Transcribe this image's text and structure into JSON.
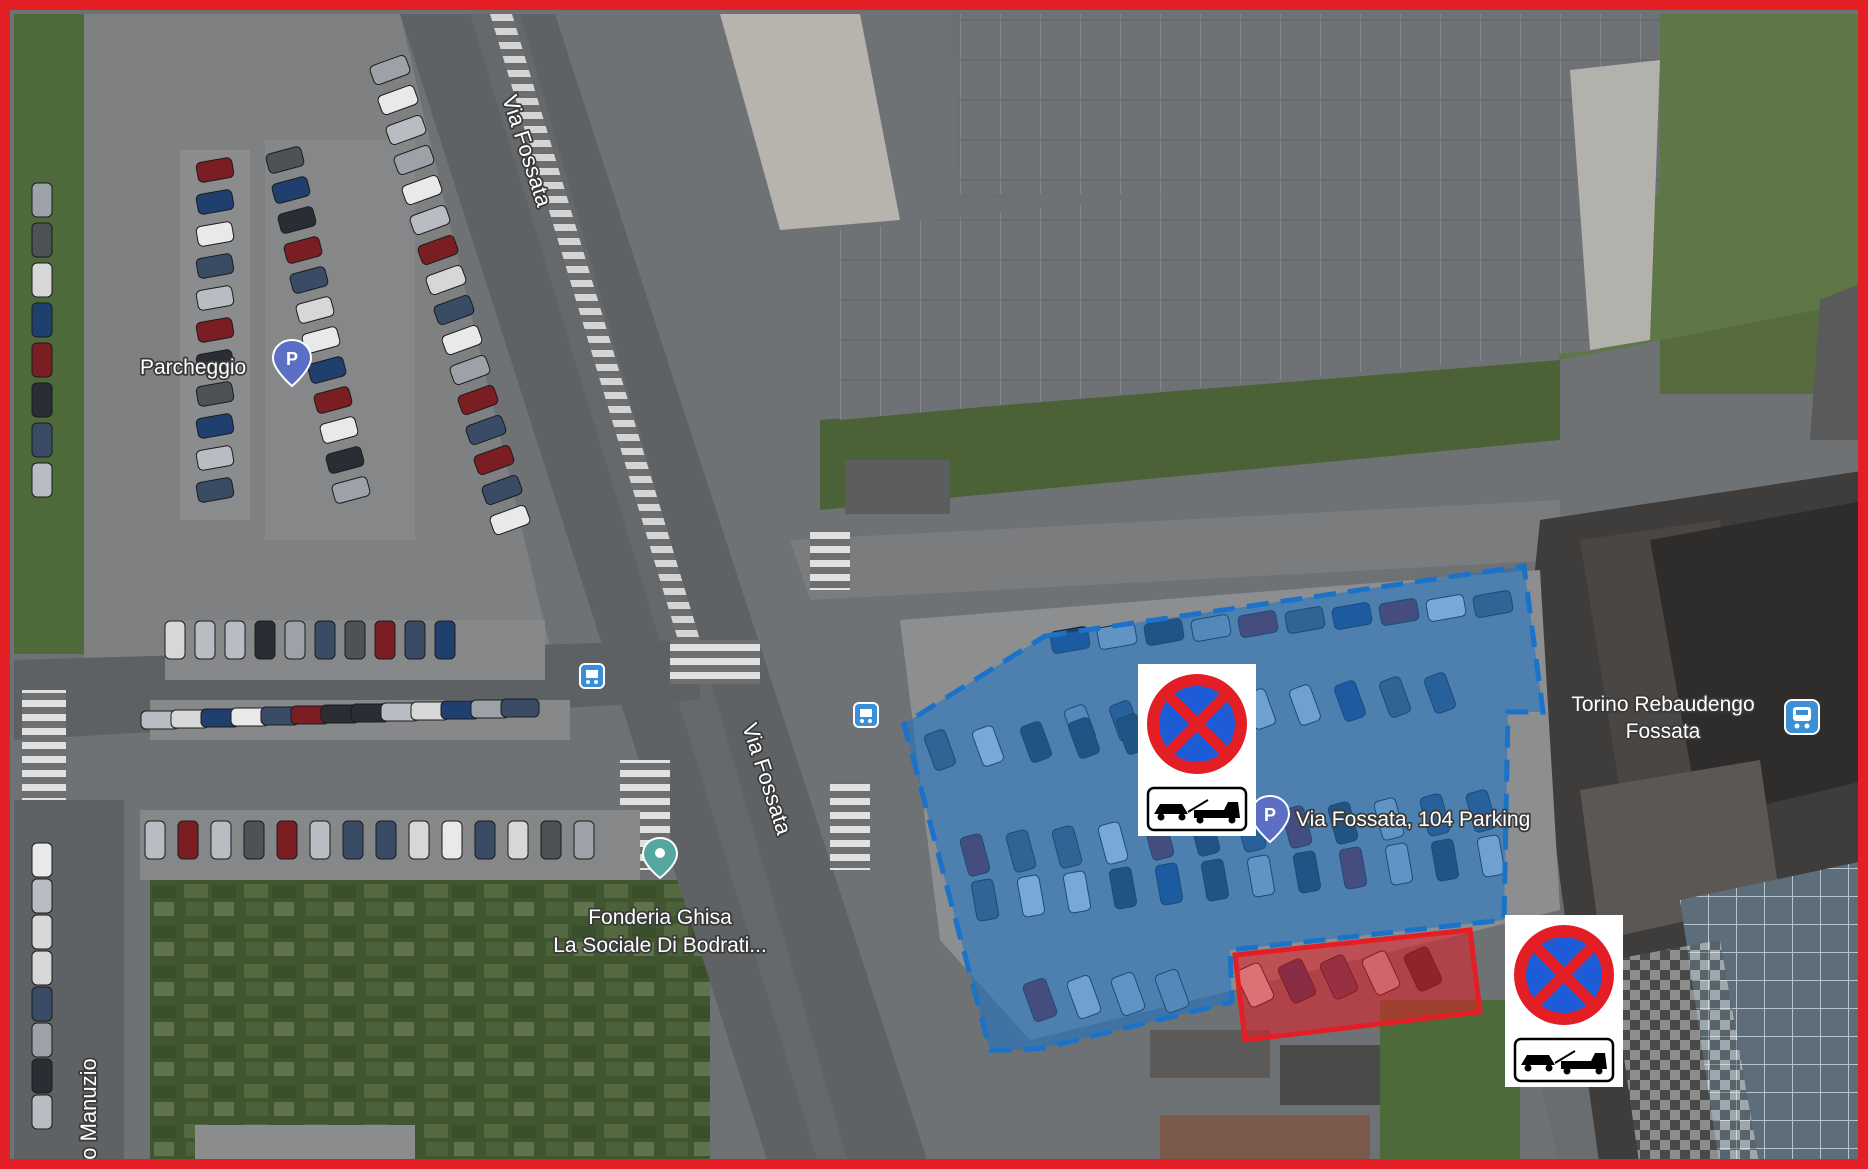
{
  "map": {
    "view": "satellite",
    "frame_color": "#e31e24",
    "places": {
      "parcheggio": "Parcheggio",
      "torino_rebaudengo_line1": "Torino Rebaudengo",
      "torino_rebaudengo_line2": "Fossata",
      "via_fossata_parking": "Via Fossata, 104 Parking",
      "fonderia_line1": "Fonderia Ghisa",
      "fonderia_line2": "La Sociale Di Bodrati..."
    },
    "roads": {
      "via_fossata_north": "Via Fossata",
      "via_fossata_south": "Via Fossata",
      "via_manuzio": "do Manuzio"
    },
    "icons": {
      "parking_pin": "parking-pin-icon",
      "train_station": "train-station-icon",
      "bus_stop": "bus-stop-icon",
      "place_pin": "place-pin-icon",
      "no_stopping_sign": "no-stopping-sign-icon",
      "tow_truck": "tow-truck-icon"
    },
    "zones": {
      "allowed_parking_color": "#1a73c8",
      "restricted_zone_color": "#e31e24"
    }
  }
}
